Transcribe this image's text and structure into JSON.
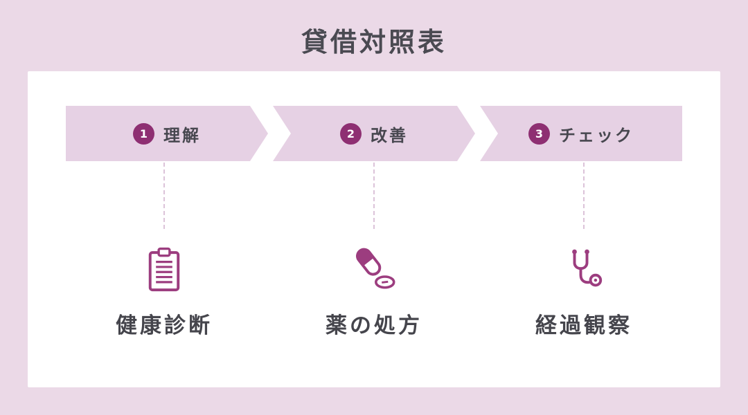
{
  "title": "貸借対照表",
  "colors": {
    "page_background": "#ebd9e7",
    "card_background": "#ffffff",
    "bar_fill": "#e6d1e4",
    "accent_circle": "#8e2f72",
    "icon_stroke": "#9c3d7f",
    "heading_text": "#4a4a52",
    "dashed_line": "#dcc3d9"
  },
  "steps": [
    {
      "number": "1",
      "label": "理解",
      "icon": "clipboard-icon",
      "caption": "健康診断"
    },
    {
      "number": "2",
      "label": "改善",
      "icon": "pill-icon",
      "caption": "薬の処方"
    },
    {
      "number": "3",
      "label": "チェック",
      "icon": "stethoscope-icon",
      "caption": "経過観察"
    }
  ]
}
